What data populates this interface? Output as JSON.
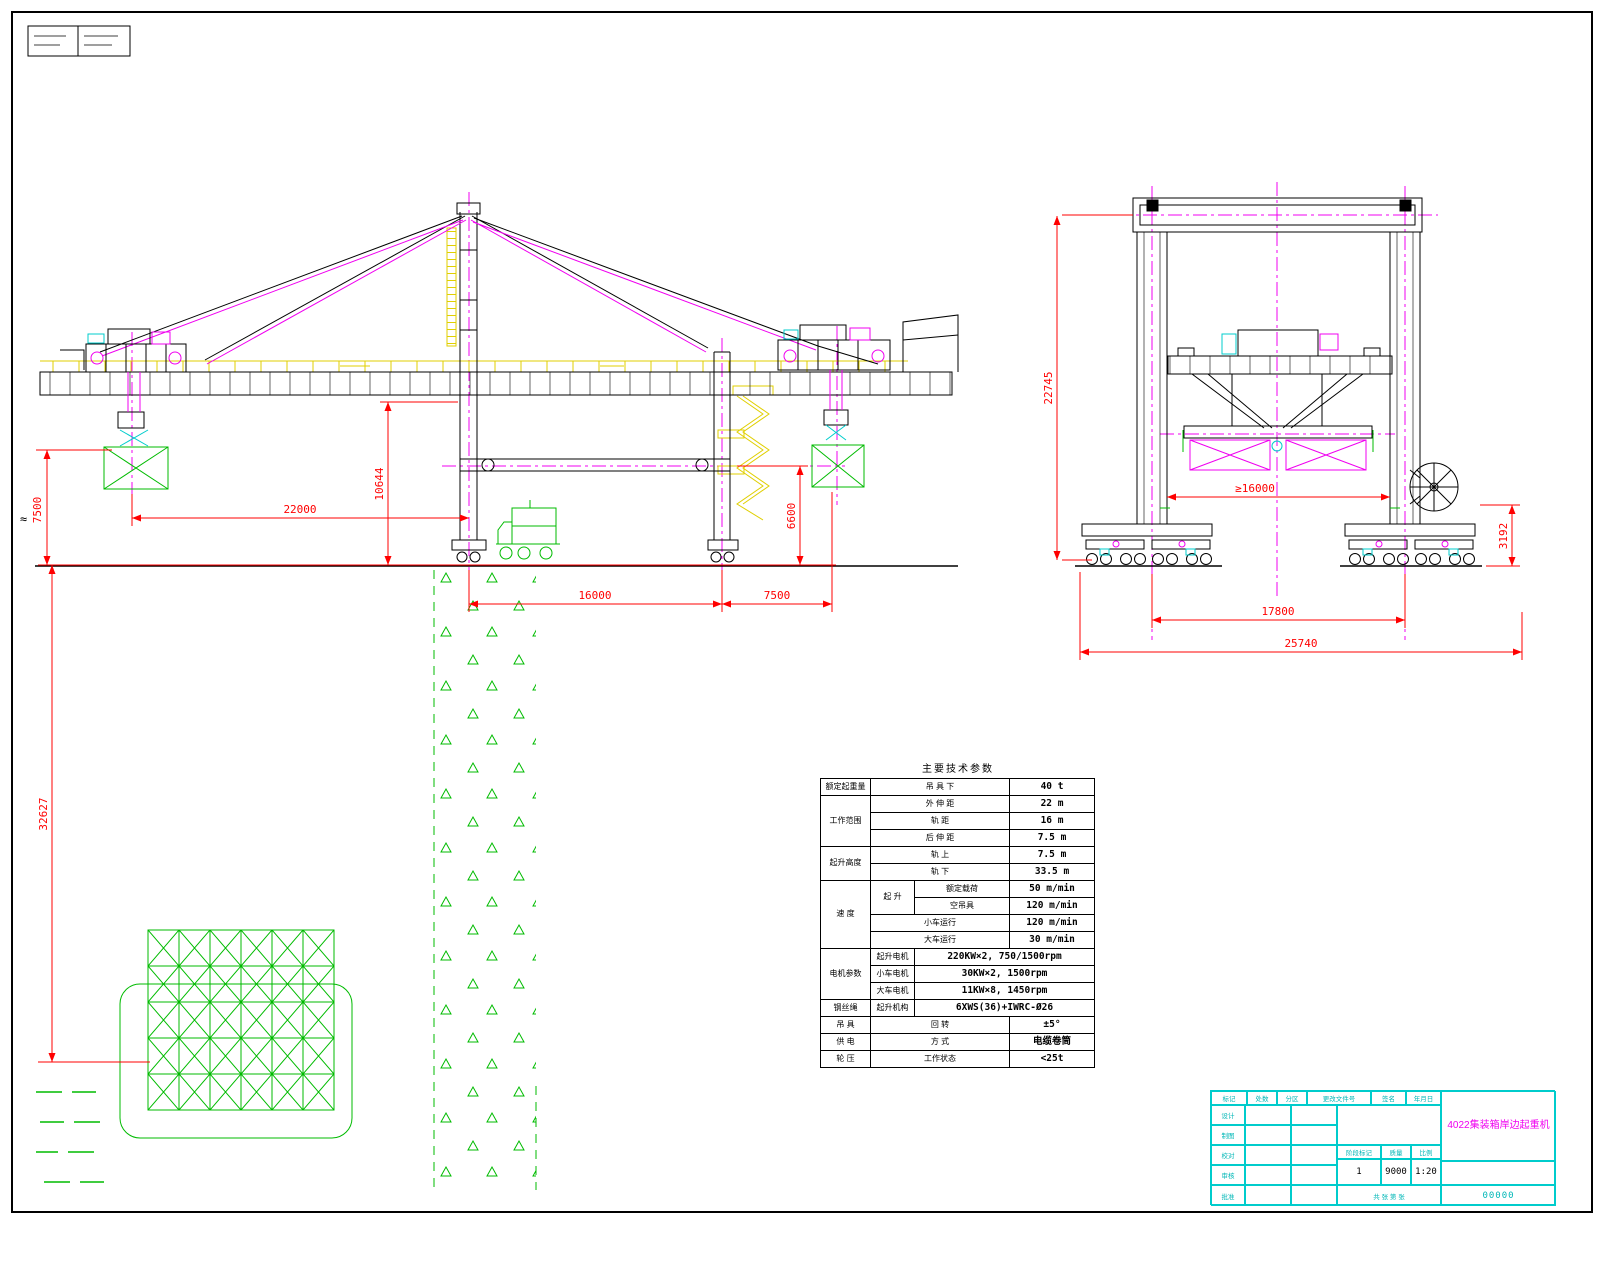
{
  "colors": {
    "line": "#000000",
    "dimension": "#ff0000",
    "centerline": "#f000f0",
    "detail_yellow": "#e0cf00",
    "auxiliary_green": "#00bb00",
    "minor_cyan": "#00cccc"
  },
  "dims_side": {
    "upper_height": "7500",
    "wave_mark": "≈",
    "outreach": "22000",
    "under_girder": "10644",
    "portal_height": "6600",
    "rail_span": "16000",
    "backreach": "7500",
    "water_depth": "32627"
  },
  "dims_front": {
    "total_height": "22745",
    "inner_clear": "≥16000",
    "right_height": "3192",
    "gauge": "17800",
    "overall_width": "25740"
  },
  "spec": {
    "title": "主要技术参数",
    "capacity": {
      "group": "额定起重量",
      "sub": "吊 具 下",
      "val": "40 t"
    },
    "range": {
      "group": "工作范围",
      "outreach_sub": "外 伸 距",
      "outreach_val": "22 m",
      "gauge_sub": "轨 距",
      "gauge_val": "16 m",
      "back_sub": "后 伸 距",
      "back_val": "7.5 m"
    },
    "lift": {
      "group": "起升高度",
      "above_sub": "轨 上",
      "above_val": "7.5 m",
      "below_sub": "轨 下",
      "below_val": "33.5 m"
    },
    "speed": {
      "group": "速 度",
      "hoist_sub": "起 升",
      "rated_sub": "额定载荷",
      "rated_val": "50 m/min",
      "empty_sub": "空吊具",
      "empty_val": "120 m/min",
      "trolley_sub": "小车运行",
      "trolley_val": "120 m/min",
      "gantry_sub": "大车运行",
      "gantry_val": "30 m/min"
    },
    "motor": {
      "group": "电机参数",
      "hoist_sub": "起升电机",
      "hoist_val": "220KW×2, 750/1500rpm",
      "trolley_sub": "小车电机",
      "trolley_val": "30KW×2, 1500rpm",
      "gantry_sub": "大车电机",
      "gantry_val": "11KW×8, 1450rpm"
    },
    "rope": {
      "group": "钢丝绳",
      "sub": "起升机构",
      "val": "6XWS(36)+IWRC-Ø26"
    },
    "spreader": {
      "group": "吊 具",
      "sub": "回 转",
      "val": "±5°"
    },
    "power": {
      "group": "供 电",
      "sub": "方 式",
      "val": "电缆卷筒"
    },
    "wheel": {
      "group": "轮 压",
      "sub": "工作状态",
      "val": "<25t"
    }
  },
  "titleblock": {
    "title": "4022集装箱岸边起重机",
    "no": "00000",
    "hdr": [
      "标记",
      "处数",
      "分区",
      "更改文件号",
      "签名",
      "年月日"
    ],
    "roles": [
      "设计",
      "制图",
      "校对",
      "审核",
      "批准"
    ],
    "stage_label": "阶段标记",
    "mass_label": "质量",
    "scale_label": "比例",
    "stage": "1",
    "mass": "9000",
    "scale": "1:20",
    "sheet": "共 张 第 张"
  }
}
